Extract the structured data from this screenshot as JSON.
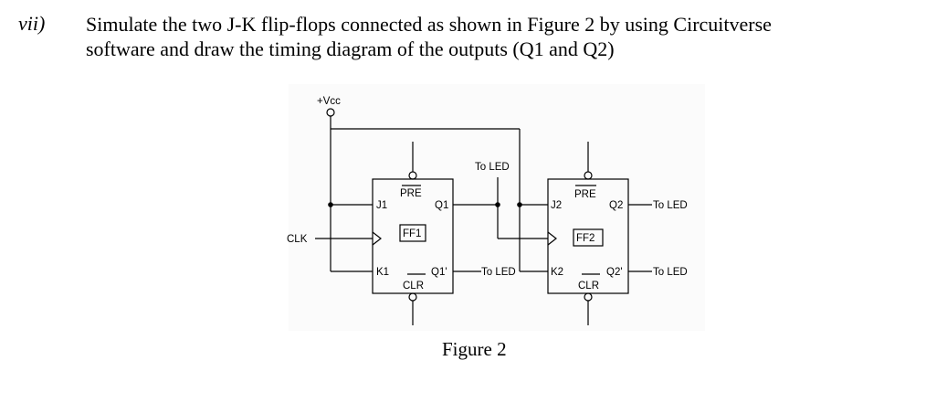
{
  "question": {
    "number": "vii)",
    "line1": "Simulate the two J-K flip-flops connected as shown in Figure 2 by using Circuitverse",
    "line2": "software and draw the timing diagram of the outputs (Q1 and Q2)"
  },
  "figure": {
    "caption": "Figure 2",
    "vcc": "+Vcc",
    "clk": "CLK",
    "ff1": {
      "name": "FF1",
      "j": "J1",
      "k": "K1",
      "q": "Q1",
      "qbar": "Q1'",
      "pre": "PRE",
      "clr": "CLR"
    },
    "ff2": {
      "name": "FF2",
      "j": "J2",
      "k": "K2",
      "q": "Q2",
      "qbar": "Q2'",
      "pre": "PRE",
      "clr": "CLR"
    },
    "to_led_top": "To LED",
    "to_led_q1bar": "To LED",
    "to_led_q2": "To LED",
    "to_led_q2bar": "To LED"
  }
}
